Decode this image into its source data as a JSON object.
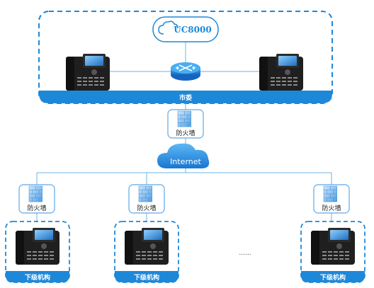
{
  "hq": {
    "server_label": "UC8000",
    "band_label": "市委"
  },
  "firewall_label": "防火墙",
  "cloud_label": "Internet",
  "branch": {
    "band_label": "下级机构",
    "ellipsis": "......"
  },
  "colors": {
    "primary": "#1e88d8",
    "dashed_border": "#1e88d8",
    "line": "#6fb3e6",
    "router": "#1d8fe0",
    "phone_body": "#2a2a2a",
    "phone_screen": "#2f8fd8"
  }
}
